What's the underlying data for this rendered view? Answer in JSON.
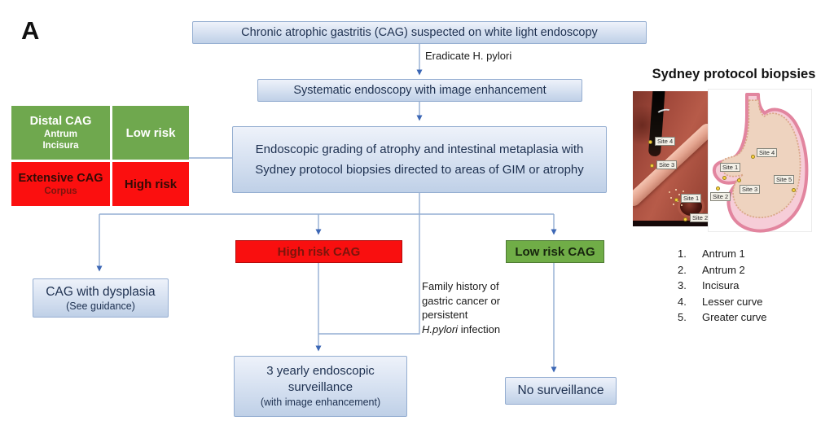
{
  "panel_label": "A",
  "flowchart": {
    "top_box": "Chronic atrophic gastritis (CAG) suspected on white light endoscopy",
    "eradicate_label": "Eradicate H. pylori",
    "systematic_box": "Systematic endoscopy with image enhancement",
    "grading_box": "Endoscopic grading of atrophy and intestinal metaplasia with Sydney protocol biopsies directed to areas of GIM or atrophy",
    "high_risk_box": "High risk CAG",
    "low_risk_box": "Low risk CAG",
    "dysplasia_line1": "CAG with dysplasia",
    "dysplasia_line2": "(See guidance)",
    "family_history": {
      "line1": "Family history of",
      "line2": "gastric cancer or",
      "line3": "persistent",
      "line4_italic": "H.pylori",
      "line4_tail": " infection"
    },
    "surveillance_line1": "3 yearly endoscopic",
    "surveillance_line2": "surveillance",
    "surveillance_line3": "(with image enhancement)",
    "no_surveillance_box": "No surveillance"
  },
  "legend": {
    "rows": [
      {
        "title": "Distal CAG",
        "sub1": "Antrum",
        "sub2": "Incisura",
        "risk": "Low risk",
        "color": "#6fa84e"
      },
      {
        "title": "Extensive CAG",
        "sub1": "Corpus",
        "risk": "High risk",
        "color": "#fb0f0f"
      }
    ]
  },
  "sydney": {
    "title": "Sydney protocol biopsies",
    "endoscopy_labels": [
      "Site 4",
      "Site 3",
      "Site 1",
      "Site 2"
    ],
    "diagram_labels": [
      "Site 1",
      "Site 2",
      "Site 3",
      "Site 4",
      "Site 5"
    ],
    "list": [
      {
        "num": "1.",
        "label": "Antrum 1"
      },
      {
        "num": "2.",
        "label": "Antrum 2"
      },
      {
        "num": "3.",
        "label": "Incisura"
      },
      {
        "num": "4.",
        "label": "Lesser curve"
      },
      {
        "num": "5.",
        "label": "Greater curve"
      }
    ]
  },
  "colors": {
    "box_fill_top": "#eef2fa",
    "box_fill_bottom": "#bfd0e7",
    "box_border": "#95aed1",
    "connector": "#93aed3",
    "arrowhead": "#3c67b5",
    "green": "#6fa84e",
    "green_box": "#70ad47",
    "red": "#fb0f0f",
    "high_risk_text": "#7c150c"
  }
}
